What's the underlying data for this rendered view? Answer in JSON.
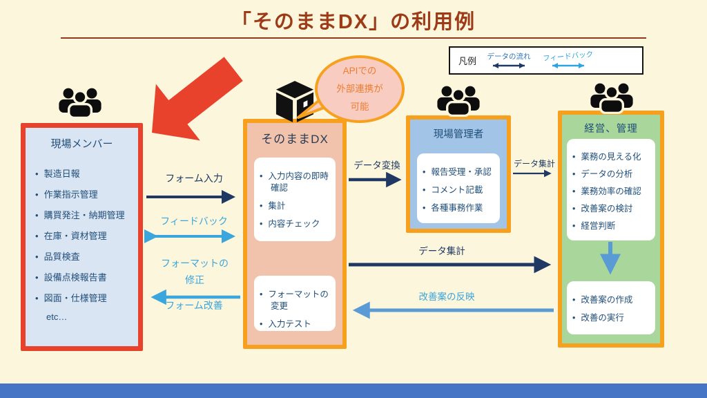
{
  "title": "「そのままDX」の利用例",
  "legend": {
    "label": "凡例",
    "data_flow": "データの流れ",
    "feedback": "フィードバック"
  },
  "bubble": {
    "line1": "APIでの",
    "line2": "外部連携が",
    "line3": "可能"
  },
  "boxes": {
    "field_members": {
      "title": "現場メンバー",
      "items": [
        "製造日報",
        "作業指示管理",
        "購買発注・納期管理",
        "在庫・資材管理",
        "品質検査",
        "設備点検報告書",
        "図面・仕様管理"
      ],
      "footer": "etc…"
    },
    "sonomama_dx": {
      "title": "そのままDX",
      "panel1": [
        "入力内容の即時確認",
        "集計",
        "内容チェック"
      ],
      "panel2": [
        "フォーマットの変更",
        "入力テスト"
      ]
    },
    "site_manager": {
      "title": "現場管理者",
      "items": [
        "報告受理・承認",
        "コメント記載",
        "各種事務作業"
      ]
    },
    "management": {
      "title": "経営、管理",
      "panel1": [
        "業務の見える化",
        "データの分析",
        "業務効率の確認",
        "改善案の検討",
        "経営判断"
      ],
      "panel2": [
        "改善案の作成",
        "改善の実行"
      ]
    }
  },
  "arrows": {
    "form_input": "フォーム入力",
    "feedback": "フィードバック",
    "format_fix": "フォーマットの修正",
    "form_improve": "フォーム改善",
    "data_convert": "データ変換",
    "data_aggregate_1": "データ集計",
    "data_aggregate_2": "データ集計",
    "improvement_reflect": "改善案の反映"
  },
  "colors": {
    "background": "#FBF6DC",
    "title": "#9D3A17",
    "red_accent": "#E8412C",
    "orange_border": "#F6A01E",
    "navy_arrow": "#1F3864",
    "light_blue_arrow": "#3BA5DE",
    "soft_blue_arrow": "#5B9BD5",
    "box_field_fill": "#DAE5F4",
    "box_dx_fill": "#F2C3AC",
    "box_manager_fill": "#A2C4E6",
    "box_management_fill": "#A9D69B",
    "bubble_fill": "#F8CCC1",
    "bubble_text": "#ED7D31",
    "footer_bar": "#4575C4"
  }
}
